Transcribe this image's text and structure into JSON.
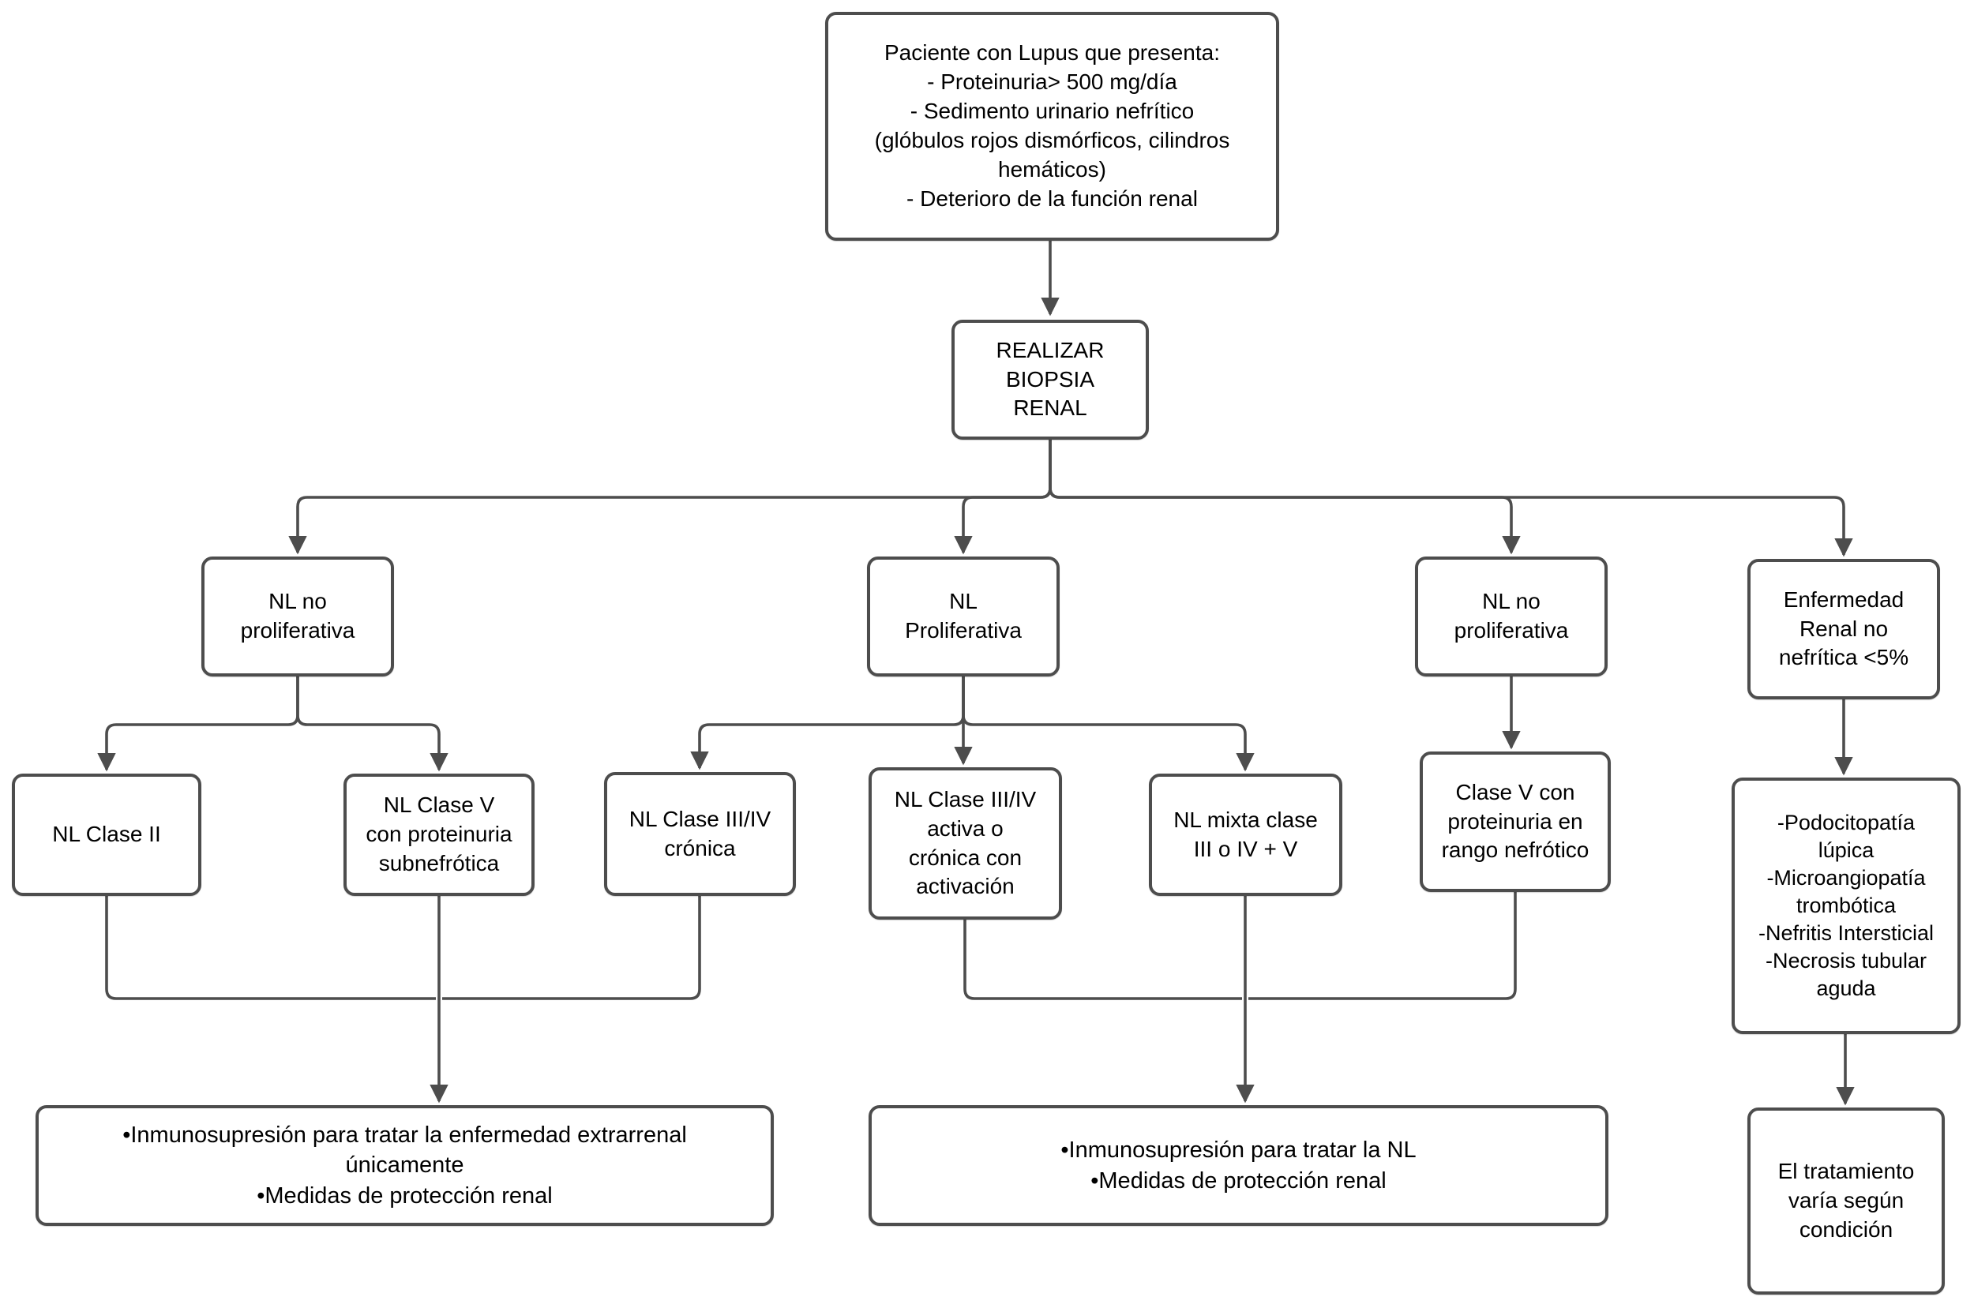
{
  "colors": {
    "box_border": "#4d4d4d",
    "box_fill": "#ffffff",
    "connector": "#4d4d4d",
    "text": "#000000"
  },
  "diagram": {
    "type": "flowchart",
    "nodes": {
      "patient": {
        "label": "Paciente con Lupus que presenta:\n- Proteinuria> 500 mg/día\n- Sedimento urinario nefrítico\n(glóbulos rojos dismórficos, cilindros\nhemáticos)\n- Deterioro de la función renal"
      },
      "biopsy": {
        "label": "REALIZAR\nBIOPSIA\nRENAL"
      },
      "nl_no_proliferativa_1": {
        "label": "NL no\nproliferativa"
      },
      "nl_proliferativa": {
        "label": "NL\nProliferativa"
      },
      "nl_no_proliferativa_2": {
        "label": "NL no\nproliferativa"
      },
      "enfermedad_renal_no_nefritica": {
        "label": "Enfermedad\nRenal no\nnefrítica <5%"
      },
      "nl_clase_2": {
        "label": "NL Clase II"
      },
      "nl_clase_5_subnefrotica": {
        "label": "NL Clase V\ncon proteinuria\nsubnefrótica"
      },
      "nl_clase_34_cronica": {
        "label": "NL Clase III/IV\ncrónica"
      },
      "nl_clase_34_activa": {
        "label": "NL Clase III/IV\nactiva o\ncrónica con\nactivación"
      },
      "nl_mixta": {
        "label": "NL mixta clase\nIII o IV + V"
      },
      "clase_5_rango_nefrotico": {
        "label": "Clase V con\nproteinuria en\nrango nefrótico"
      },
      "condiciones_no_nefriticas": {
        "label": "-Podocitopatía\nlúpica\n-Microangiopatía\ntrombótica\n-Nefritis Intersticial\n-Necrosis tubular\naguda"
      },
      "tratamiento_izquierda": {
        "label": "•Inmunosupresión para tratar la enfermedad extrarrenal\núnicamente\n•Medidas de protección renal"
      },
      "tratamiento_medio": {
        "label": "•Inmunosupresión para tratar la NL\n•Medidas de protección renal"
      },
      "tratamiento_derecha": {
        "label": "El tratamiento\nvaría según\ncondición"
      }
    },
    "edges": [
      {
        "from": "patient",
        "to": "biopsy"
      },
      {
        "from": "biopsy",
        "to": "nl_no_proliferativa_1"
      },
      {
        "from": "biopsy",
        "to": "nl_proliferativa"
      },
      {
        "from": "biopsy",
        "to": "nl_no_proliferativa_2"
      },
      {
        "from": "biopsy",
        "to": "enfermedad_renal_no_nefritica"
      },
      {
        "from": "nl_no_proliferativa_1",
        "to": "nl_clase_2"
      },
      {
        "from": "nl_no_proliferativa_1",
        "to": "nl_clase_5_subnefrotica"
      },
      {
        "from": "nl_proliferativa",
        "to": "nl_clase_34_cronica"
      },
      {
        "from": "nl_proliferativa",
        "to": "nl_clase_34_activa"
      },
      {
        "from": "nl_proliferativa",
        "to": "nl_mixta"
      },
      {
        "from": "nl_no_proliferativa_2",
        "to": "clase_5_rango_nefrotico"
      },
      {
        "from": "enfermedad_renal_no_nefritica",
        "to": "condiciones_no_nefriticas"
      },
      {
        "from": "nl_clase_2",
        "to": "tratamiento_izquierda"
      },
      {
        "from": "nl_clase_5_subnefrotica",
        "to": "tratamiento_izquierda"
      },
      {
        "from": "nl_clase_34_cronica",
        "to": "tratamiento_izquierda"
      },
      {
        "from": "nl_clase_34_activa",
        "to": "tratamiento_medio"
      },
      {
        "from": "nl_mixta",
        "to": "tratamiento_medio"
      },
      {
        "from": "clase_5_rango_nefrotico",
        "to": "tratamiento_medio"
      },
      {
        "from": "condiciones_no_nefriticas",
        "to": "tratamiento_derecha"
      }
    ]
  }
}
